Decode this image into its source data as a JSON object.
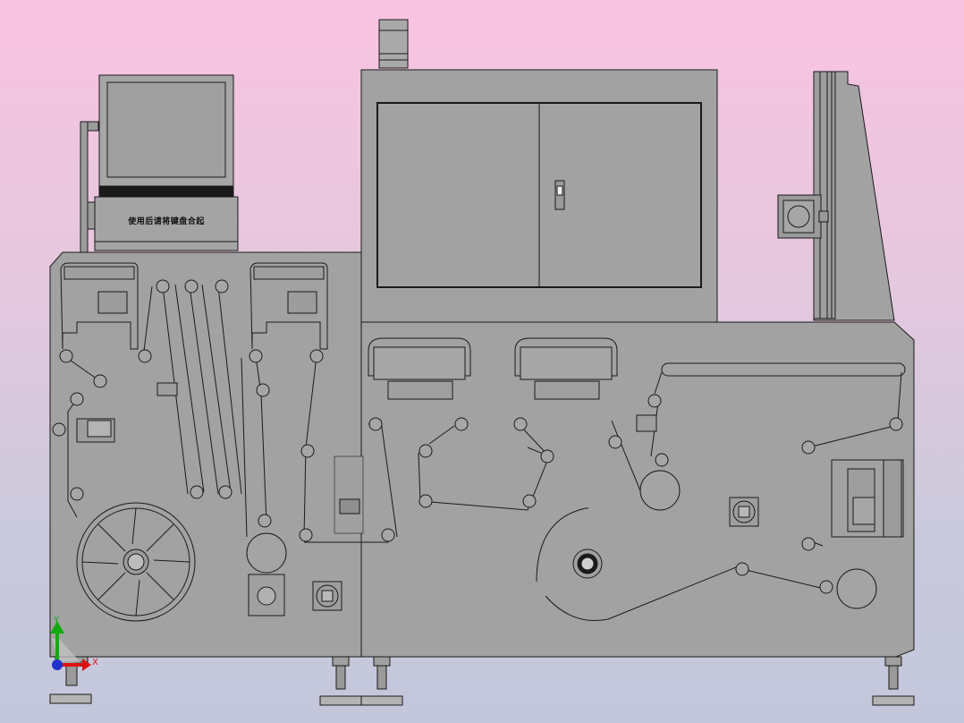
{
  "panel_label": "使用后请将键盘合起",
  "axis_triad": {
    "x_label": "X",
    "y_label": "Y"
  },
  "colors": {
    "body_fill": "#a2a2a2",
    "outline": "#1a1a1a",
    "axis_x": "#d11",
    "axis_y": "#1a1",
    "axis_origin": "#2233cc"
  }
}
